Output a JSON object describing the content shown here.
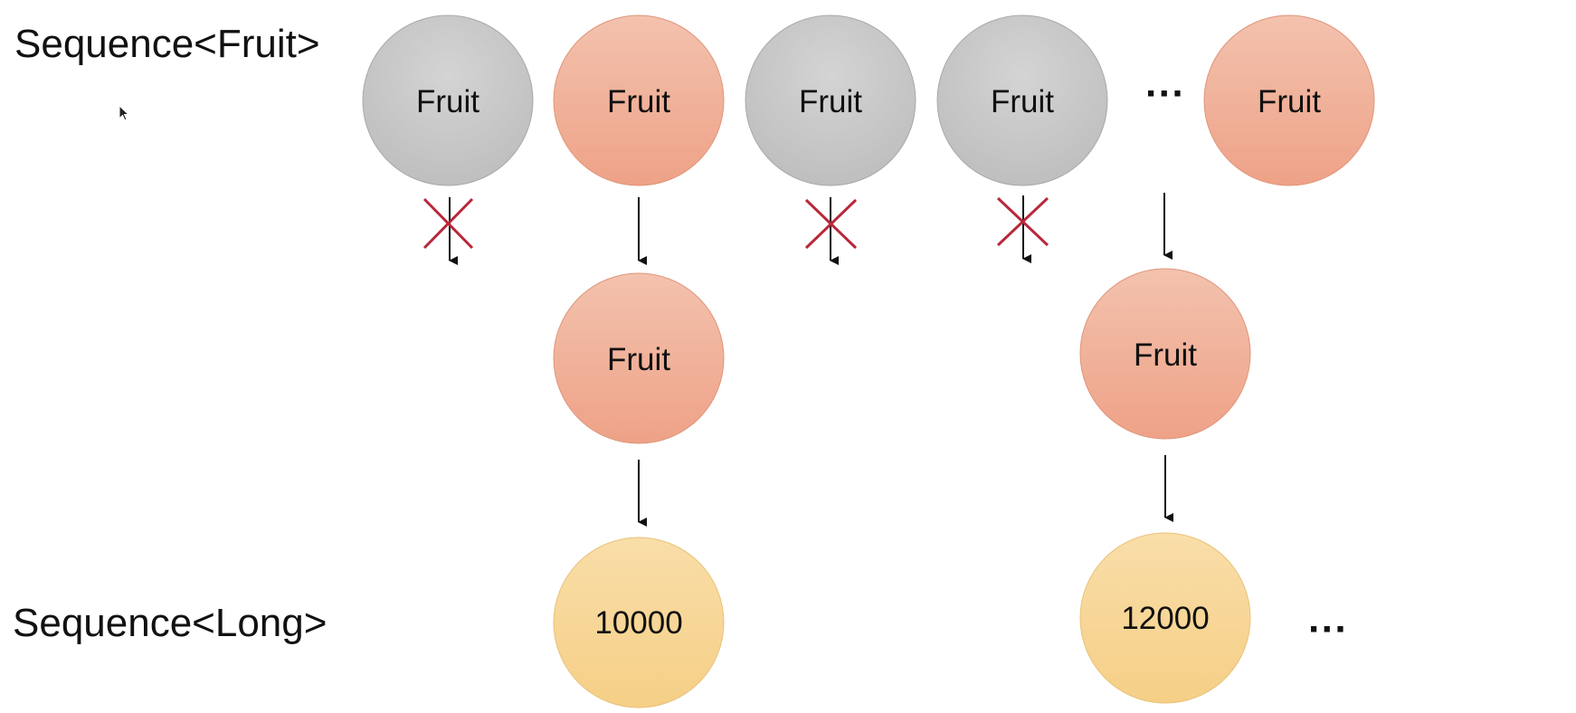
{
  "labels": {
    "top": "Sequence<Fruit>",
    "bottom": "Sequence<Long>"
  },
  "nodes": {
    "source": [
      {
        "text": "Fruit",
        "state": "filtered-out",
        "color": "#c6c6c6"
      },
      {
        "text": "Fruit",
        "state": "kept",
        "color": "#f0ad93"
      },
      {
        "text": "Fruit",
        "state": "filtered-out",
        "color": "#c6c6c6"
      },
      {
        "text": "Fruit",
        "state": "filtered-out",
        "color": "#c6c6c6"
      },
      {
        "text": "Fruit",
        "state": "kept",
        "color": "#f0ad93"
      }
    ],
    "filtered": [
      {
        "text": "Fruit",
        "color": "#f0ad93"
      },
      {
        "text": "Fruit",
        "color": "#f0ad93"
      }
    ],
    "mapped": [
      {
        "text": "10000",
        "color": "#f7d38f"
      },
      {
        "text": "12000",
        "color": "#f7d38f"
      }
    ]
  },
  "ellipsis": {
    "top": "···",
    "bottom": "···"
  },
  "colors": {
    "grey_node": "#c6c6c6",
    "salmon_node": "#f0ad93",
    "yellow_node": "#f7d38f",
    "cross": "#b8283a",
    "arrow": "#111111"
  }
}
